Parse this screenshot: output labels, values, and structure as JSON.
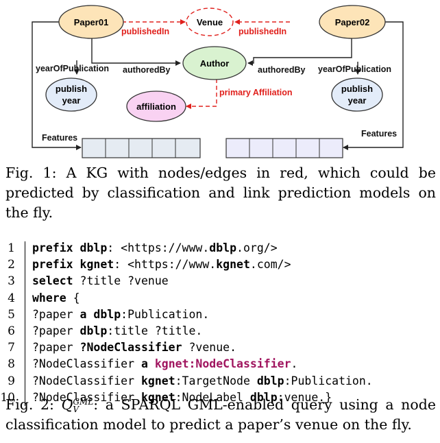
{
  "diagram": {
    "nodes": {
      "paper01": "Paper01",
      "paper02": "Paper02",
      "venue": "Venue",
      "author": "Author",
      "publish_year_left": [
        "publish",
        "year"
      ],
      "publish_year_right": [
        "publish",
        "year"
      ],
      "affiliation": "affiliation"
    },
    "edges": {
      "published_in_left": "publishedIn",
      "published_in_right": "publishedIn",
      "year_left": "yearOfPublication",
      "year_right": "yearOfPublication",
      "authored_left": "authoredBy",
      "authored_right": "authoredBy",
      "primary_affiliation": "primary Affiliation",
      "features_left": "Features",
      "features_right": "Features"
    },
    "colors": {
      "paper": "#fde4b8",
      "venue": "#ffffff",
      "author": "#d9f2d0",
      "year": "#e3ecf9",
      "affiliation": "#f9d2f2",
      "features_left": "#e5ebf2",
      "features_right": "#ececfb",
      "predicted": "#e0201c"
    }
  },
  "fig1_caption": "Fig. 1: A KG with nodes/edges in red, which could be predicted by classification and link prediction models on the fly.",
  "code_listing": [
    {
      "n": "1",
      "parts": [
        {
          "t": "prefix dblp",
          "s": "kw"
        },
        {
          "t": ": <https://www.",
          "s": ""
        },
        {
          "t": "dblp",
          "s": "kw"
        },
        {
          "t": ".org/>",
          "s": ""
        }
      ]
    },
    {
      "n": "2",
      "parts": [
        {
          "t": "prefix kgnet",
          "s": "kw"
        },
        {
          "t": ": <https://www.",
          "s": ""
        },
        {
          "t": "kgnet",
          "s": "kw"
        },
        {
          "t": ".com/>",
          "s": ""
        }
      ]
    },
    {
      "n": "3",
      "parts": [
        {
          "t": "select",
          "s": "kw"
        },
        {
          "t": " ?title ?venue",
          "s": ""
        }
      ]
    },
    {
      "n": "4",
      "parts": [
        {
          "t": "where",
          "s": "kw"
        },
        {
          "t": " {",
          "s": ""
        }
      ]
    },
    {
      "n": "5",
      "parts": [
        {
          "t": "?paper ",
          "s": ""
        },
        {
          "t": "a dblp",
          "s": "kw"
        },
        {
          "t": ":Publication.",
          "s": ""
        }
      ]
    },
    {
      "n": "6",
      "parts": [
        {
          "t": "?paper ",
          "s": ""
        },
        {
          "t": "dblp",
          "s": "kw"
        },
        {
          "t": ":title ?title.",
          "s": ""
        }
      ]
    },
    {
      "n": "7",
      "parts": [
        {
          "t": "?paper ",
          "s": ""
        },
        {
          "t": "?NodeClassifier",
          "s": "kw"
        },
        {
          "t": " ?venue.",
          "s": ""
        }
      ]
    },
    {
      "n": "8",
      "parts": [
        {
          "t": "?NodeClassifier ",
          "s": ""
        },
        {
          "t": "a",
          "s": "kw"
        },
        {
          "t": " ",
          "s": ""
        },
        {
          "t": "kgnet:NodeClassifier",
          "s": "hl"
        },
        {
          "t": ".",
          "s": ""
        }
      ]
    },
    {
      "n": "9",
      "parts": [
        {
          "t": "?NodeClassifier ",
          "s": ""
        },
        {
          "t": "kgnet",
          "s": "kw"
        },
        {
          "t": ":TargetNode ",
          "s": ""
        },
        {
          "t": "dblp",
          "s": "kw"
        },
        {
          "t": ":Publication.",
          "s": ""
        }
      ]
    },
    {
      "n": "10",
      "parts": [
        {
          "t": "?NodeClassifier ",
          "s": ""
        },
        {
          "t": "kgnet",
          "s": "kw"
        },
        {
          "t": ":NodeLabel ",
          "s": ""
        },
        {
          "t": "dblp",
          "s": "kw"
        },
        {
          "t": ":venue.}",
          "s": ""
        }
      ]
    }
  ],
  "fig2_caption": {
    "prefix": "Fig. 2: ",
    "math_base": "Q",
    "math_sup": "GML",
    "math_sub": "V",
    "text": ": a SPARQL GML-enabled query using a node classification model to predict a paper’s venue on the fly."
  }
}
